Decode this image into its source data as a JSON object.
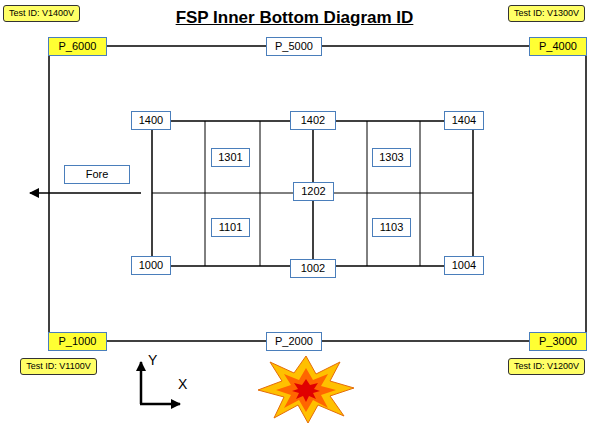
{
  "diagram": {
    "title": "FSP Inner Bottom Diagram ID",
    "nodes": [
      {
        "text": [
          "Test ID: V1400V"
        ]
      },
      {
        "text": [
          "P_6000"
        ]
      },
      {
        "text": [
          "P_5000"
        ]
      },
      {
        "text": [
          "Test ID: V1300V"
        ]
      },
      {
        "text": [
          "P_4000"
        ]
      },
      {
        "text": [
          "1400"
        ]
      },
      {
        "text": [
          "1402"
        ]
      },
      {
        "text": [
          "1404"
        ]
      },
      {
        "text": [
          "1301"
        ]
      },
      {
        "text": [
          "1303"
        ]
      },
      {
        "text": [
          "Fore"
        ]
      },
      {
        "text": [
          "1202"
        ]
      },
      {
        "text": [
          "1101"
        ]
      },
      {
        "text": [
          "1103"
        ]
      },
      {
        "text": [
          "1000"
        ]
      },
      {
        "text": [
          "1002"
        ]
      },
      {
        "text": [
          "1004"
        ]
      },
      {
        "text": [
          "P_1000"
        ]
      },
      {
        "text": [
          "P_2000"
        ]
      },
      {
        "text": [
          "P_3000"
        ]
      },
      {
        "text": [
          "Test ID: V1100V"
        ]
      },
      {
        "text": [
          "Test ID: V1200V"
        ]
      }
    ],
    "edges": [
      {
        "from": 1,
        "to": 2,
        "arrow": "none"
      },
      {
        "from": 2,
        "to": 4,
        "arrow": "none"
      },
      {
        "from": 4,
        "to": 19,
        "arrow": "none"
      },
      {
        "from": 19,
        "to": 18,
        "arrow": "none"
      },
      {
        "from": 18,
        "to": 17,
        "arrow": "none"
      },
      {
        "from": 17,
        "to": 1,
        "arrow": "none"
      },
      {
        "from": 5,
        "to": 6,
        "arrow": "none"
      },
      {
        "from": 6,
        "to": 7,
        "arrow": "none"
      },
      {
        "from": 7,
        "to": 16,
        "arrow": "none"
      },
      {
        "from": 16,
        "to": 15,
        "arrow": "none"
      },
      {
        "from": 15,
        "to": 14,
        "arrow": "none"
      },
      {
        "from": 14,
        "to": 5,
        "arrow": "none"
      },
      {
        "from": 6,
        "to": 11,
        "arrow": "none"
      },
      {
        "from": 11,
        "to": 15,
        "arrow": "none"
      }
    ],
    "labels": [
      "Y",
      "X"
    ]
  }
}
